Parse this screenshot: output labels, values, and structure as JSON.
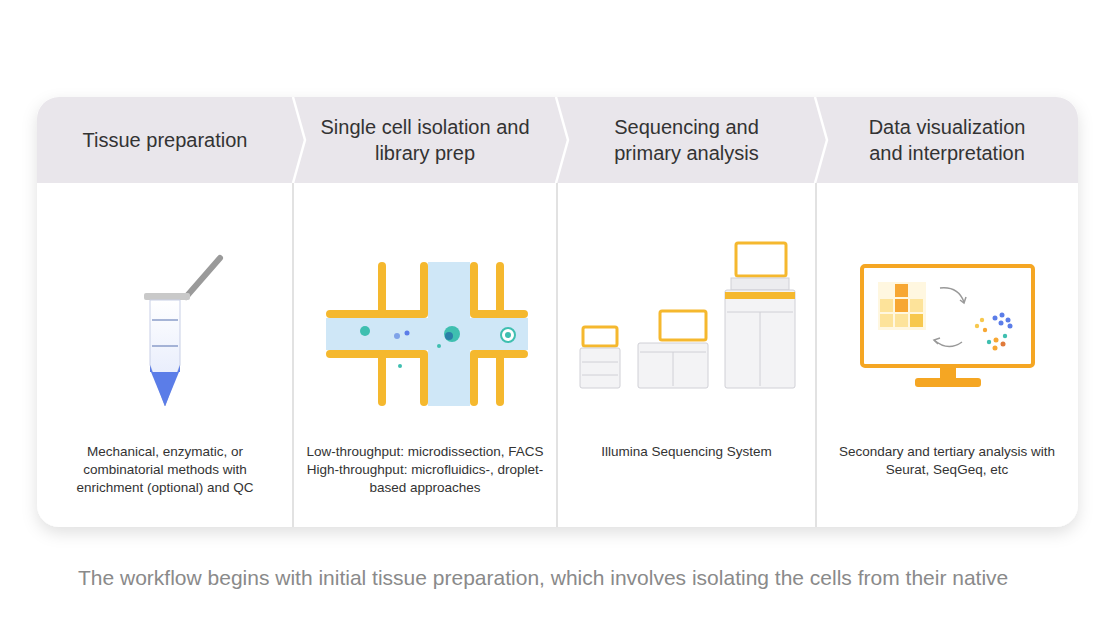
{
  "diagram": {
    "caption": "The workflow begins with initial tissue preparation, which involves isolating the cells from their native",
    "nodes": [
      {
        "text": [
          "Tissue preparation",
          "Mechanical, enzymatic, or combinatorial methods with enrichment (optional) and QC"
        ]
      },
      {
        "text": [
          "Single cell isolation and library prep",
          "Low-throughput: microdissection, FACS",
          "High-throughput: microfluidics-, droplet-based approaches"
        ]
      },
      {
        "text": [
          "Sequencing and primary analysis",
          "Illumina Sequencing System"
        ]
      },
      {
        "text": [
          "Data visualization and interpretation",
          "Secondary and tertiary analysis with Seurat, SeqGeq, etc"
        ]
      }
    ]
  }
}
